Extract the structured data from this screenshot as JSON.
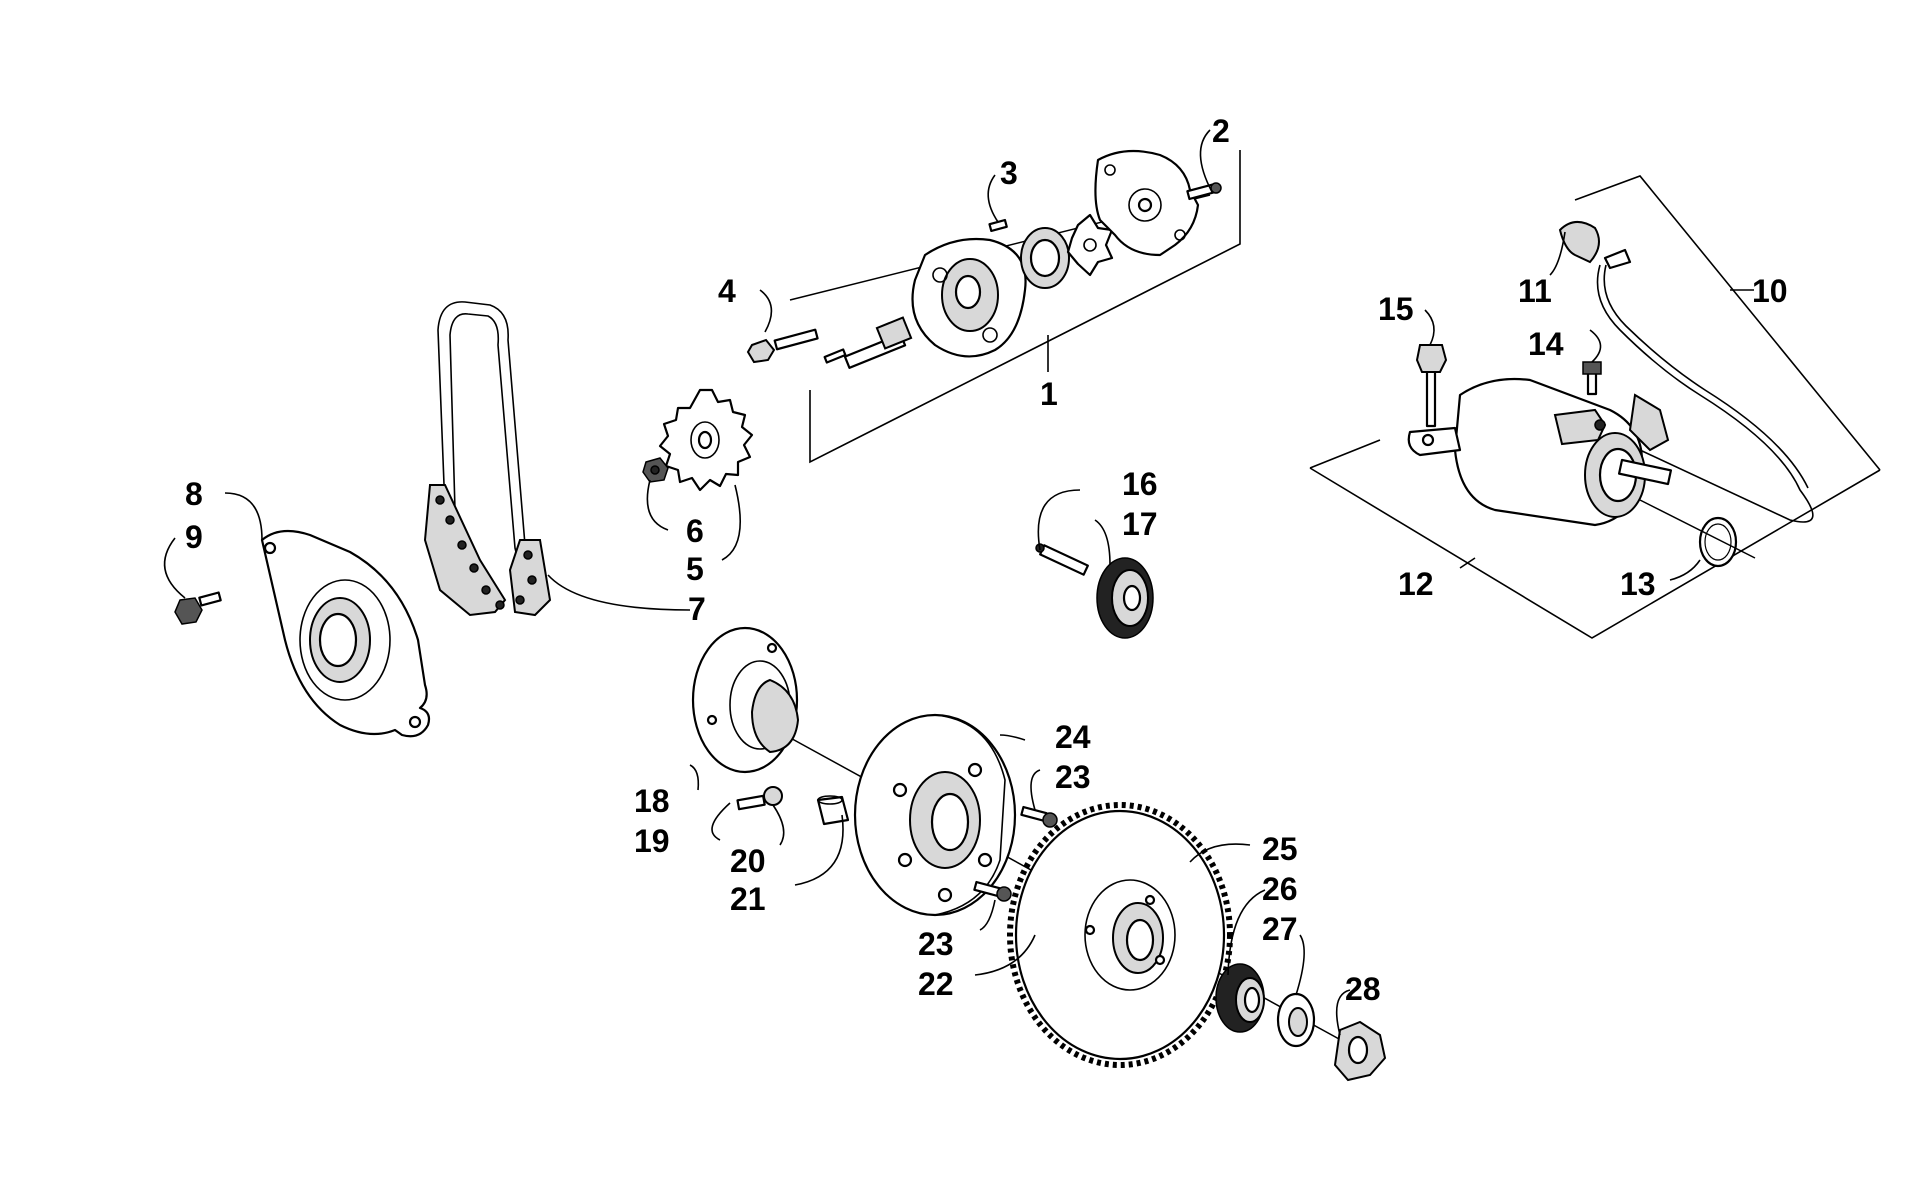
{
  "diagram": {
    "labels": [
      "1",
      "2",
      "3",
      "4",
      "5",
      "6",
      "7",
      "8",
      "9",
      "10",
      "11",
      "12",
      "13",
      "14",
      "15",
      "16",
      "17",
      "18",
      "19",
      "20",
      "21",
      "22",
      "23",
      "23",
      "24",
      "25",
      "26",
      "27",
      "28"
    ]
  }
}
